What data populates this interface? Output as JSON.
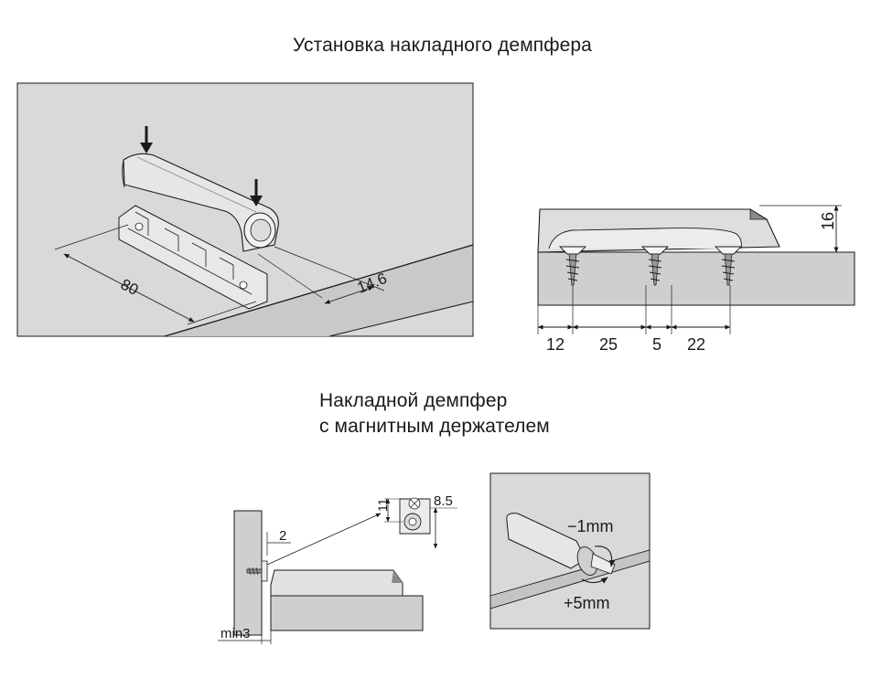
{
  "titles": {
    "top": "Установка накладного демпфера",
    "bottom_line1": "Накладной демпфер",
    "bottom_line2": "с магнитным держателем"
  },
  "dimensions": {
    "length": "80",
    "offset": "14.6",
    "height": "16",
    "spacing": [
      "12",
      "25",
      "5",
      "22"
    ],
    "gap": "2",
    "min_gap": "min3",
    "holder_h": "11",
    "holder_w": "8.5",
    "adjust_minus": "−1mm",
    "adjust_plus": "+5mm"
  },
  "colors": {
    "panel_bg": "#d6d6d6",
    "board": "#c8c8c8",
    "part": "#e6e6e6",
    "line": "#1a1a1a"
  }
}
